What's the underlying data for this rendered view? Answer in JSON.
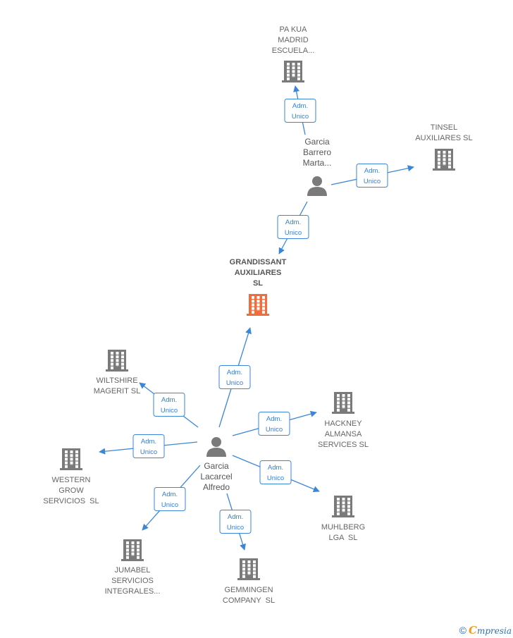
{
  "colors": {
    "building": "#7a7a7a",
    "building_main": "#f26d3d",
    "edge": "#3a86d8",
    "edge_label_bg": "#ffffff",
    "label": "#666666",
    "brand": "#2f6fa8",
    "brand_accent": "#f39a1c"
  },
  "nodes": [
    {
      "id": "pa_kua",
      "kind": "company",
      "label": [
        "PA KUA",
        "MADRID",
        "ESCUELA..."
      ]
    },
    {
      "id": "tinsel",
      "kind": "company",
      "label": [
        "TINSEL",
        "AUXILIARES SL"
      ]
    },
    {
      "id": "garcia_barrero",
      "kind": "person",
      "label": [
        "Garcia",
        "Barrero",
        "Marta..."
      ]
    },
    {
      "id": "grandissant",
      "kind": "company",
      "main": true,
      "label": [
        "GRANDISSANT",
        "AUXILIARES",
        "SL"
      ]
    },
    {
      "id": "wiltshire",
      "kind": "company",
      "label": [
        "WILTSHIRE",
        "MAGERIT SL"
      ]
    },
    {
      "id": "hackney",
      "kind": "company",
      "label": [
        "HACKNEY",
        "ALMANSA",
        "SERVICES SL"
      ]
    },
    {
      "id": "garcia_lacarcel",
      "kind": "person",
      "label": [
        "Garcia",
        "Lacarcel",
        "Alfredo"
      ]
    },
    {
      "id": "western",
      "kind": "company",
      "label": [
        "WESTERN",
        "GROW",
        "SERVICIOS  SL"
      ]
    },
    {
      "id": "muhlberg",
      "kind": "company",
      "label": [
        "MUHLBERG",
        "LGA  SL"
      ]
    },
    {
      "id": "jumabel",
      "kind": "company",
      "label": [
        "JUMABEL",
        "SERVICIOS",
        "INTEGRALES..."
      ]
    },
    {
      "id": "gemmingen",
      "kind": "company",
      "label": [
        "GEMMINGEN",
        "COMPANY  SL"
      ]
    }
  ],
  "edges": [
    {
      "from": "garcia_barrero",
      "to": "pa_kua",
      "label": [
        "Adm.",
        "Unico"
      ]
    },
    {
      "from": "garcia_barrero",
      "to": "tinsel",
      "label": [
        "Adm.",
        "Unico"
      ]
    },
    {
      "from": "garcia_barrero",
      "to": "grandissant",
      "label": [
        "Adm.",
        "Unico"
      ]
    },
    {
      "from": "garcia_lacarcel",
      "to": "grandissant",
      "label": [
        "Adm.",
        "Unico"
      ]
    },
    {
      "from": "garcia_lacarcel",
      "to": "wiltshire",
      "label": [
        "Adm.",
        "Unico"
      ]
    },
    {
      "from": "garcia_lacarcel",
      "to": "hackney",
      "label": [
        "Adm.",
        "Unico"
      ]
    },
    {
      "from": "garcia_lacarcel",
      "to": "western",
      "label": [
        "Adm.",
        "Unico"
      ]
    },
    {
      "from": "garcia_lacarcel",
      "to": "muhlberg",
      "label": [
        "Adm.",
        "Unico"
      ]
    },
    {
      "from": "garcia_lacarcel",
      "to": "jumabel",
      "label": [
        "Adm.",
        "Unico"
      ]
    },
    {
      "from": "garcia_lacarcel",
      "to": "gemmingen",
      "label": [
        "Adm.",
        "Unico"
      ]
    }
  ],
  "footer": {
    "copyright_symbol": "©",
    "brand_initial": "C",
    "brand_rest": "mpresia"
  }
}
